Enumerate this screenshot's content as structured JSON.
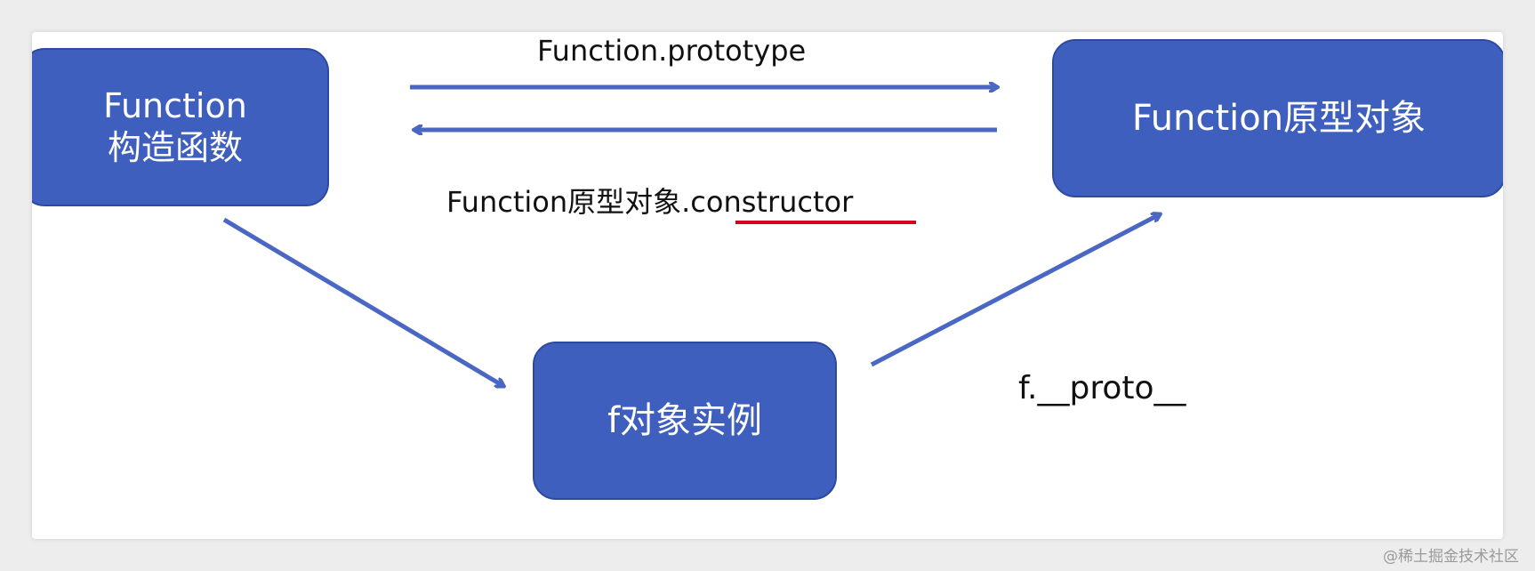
{
  "diagram": {
    "constructor_box": {
      "line1": "Function",
      "line2": "构造函数"
    },
    "prototype_box": {
      "text": "Function原型对象"
    },
    "instance_box": {
      "text": "f对象实例"
    },
    "edges": {
      "prototype_label": "Function.prototype",
      "constructor_label": "Function原型对象.constructor",
      "proto_label": "f.__proto__"
    },
    "colors": {
      "box_fill": "#3f5fbf",
      "arrow": "#4a67c4",
      "annotation": "#d6001c"
    }
  },
  "watermark": "@稀土掘金技术社区"
}
